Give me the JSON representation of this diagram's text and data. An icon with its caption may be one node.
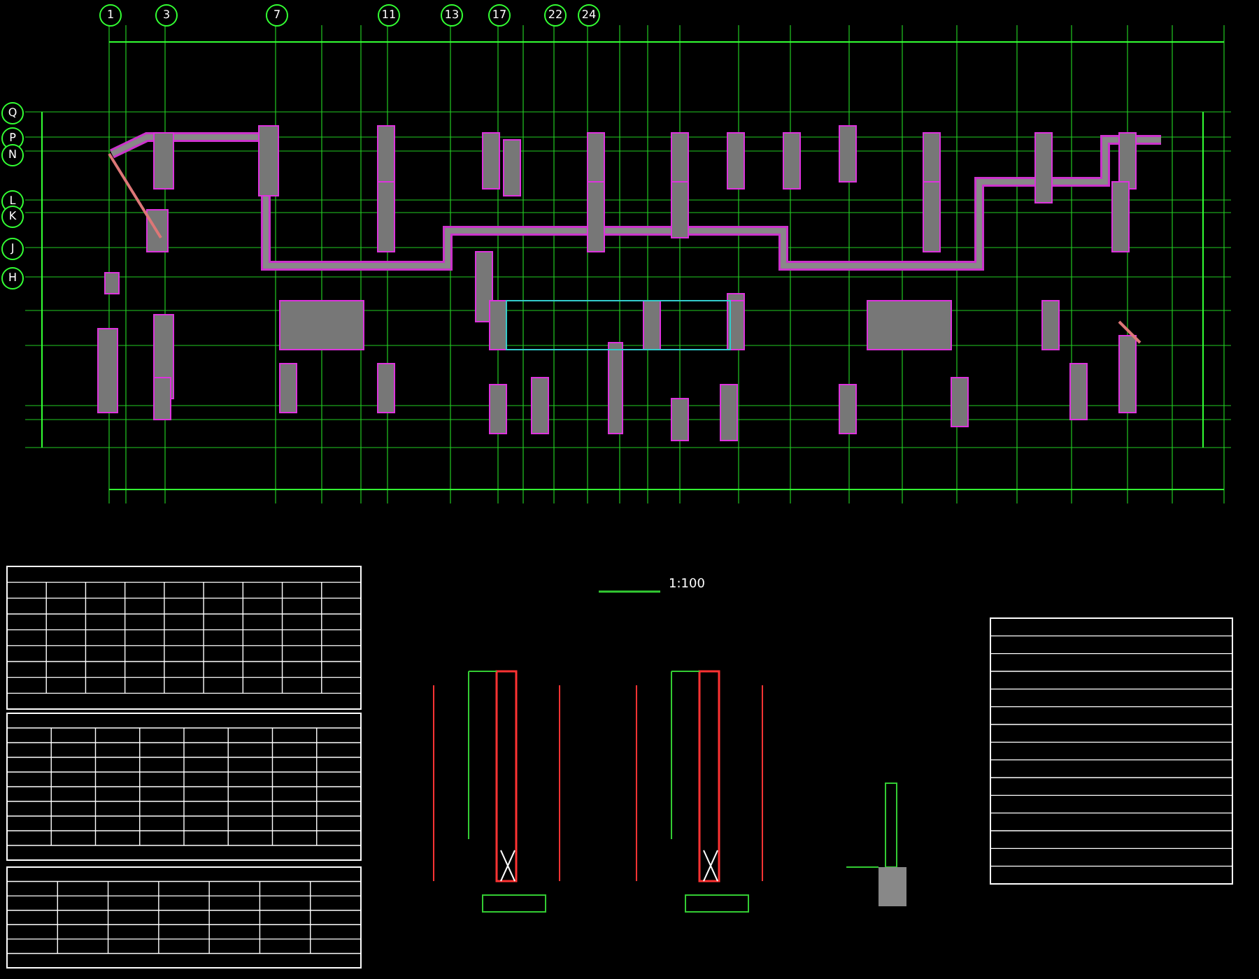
{
  "diagram": {
    "labels": [
      "1",
      "3",
      "7",
      "11",
      "13",
      "17",
      "22",
      "24",
      "Q",
      "P",
      "N",
      "L",
      "K",
      "J",
      "H",
      "1:100"
    ]
  }
}
